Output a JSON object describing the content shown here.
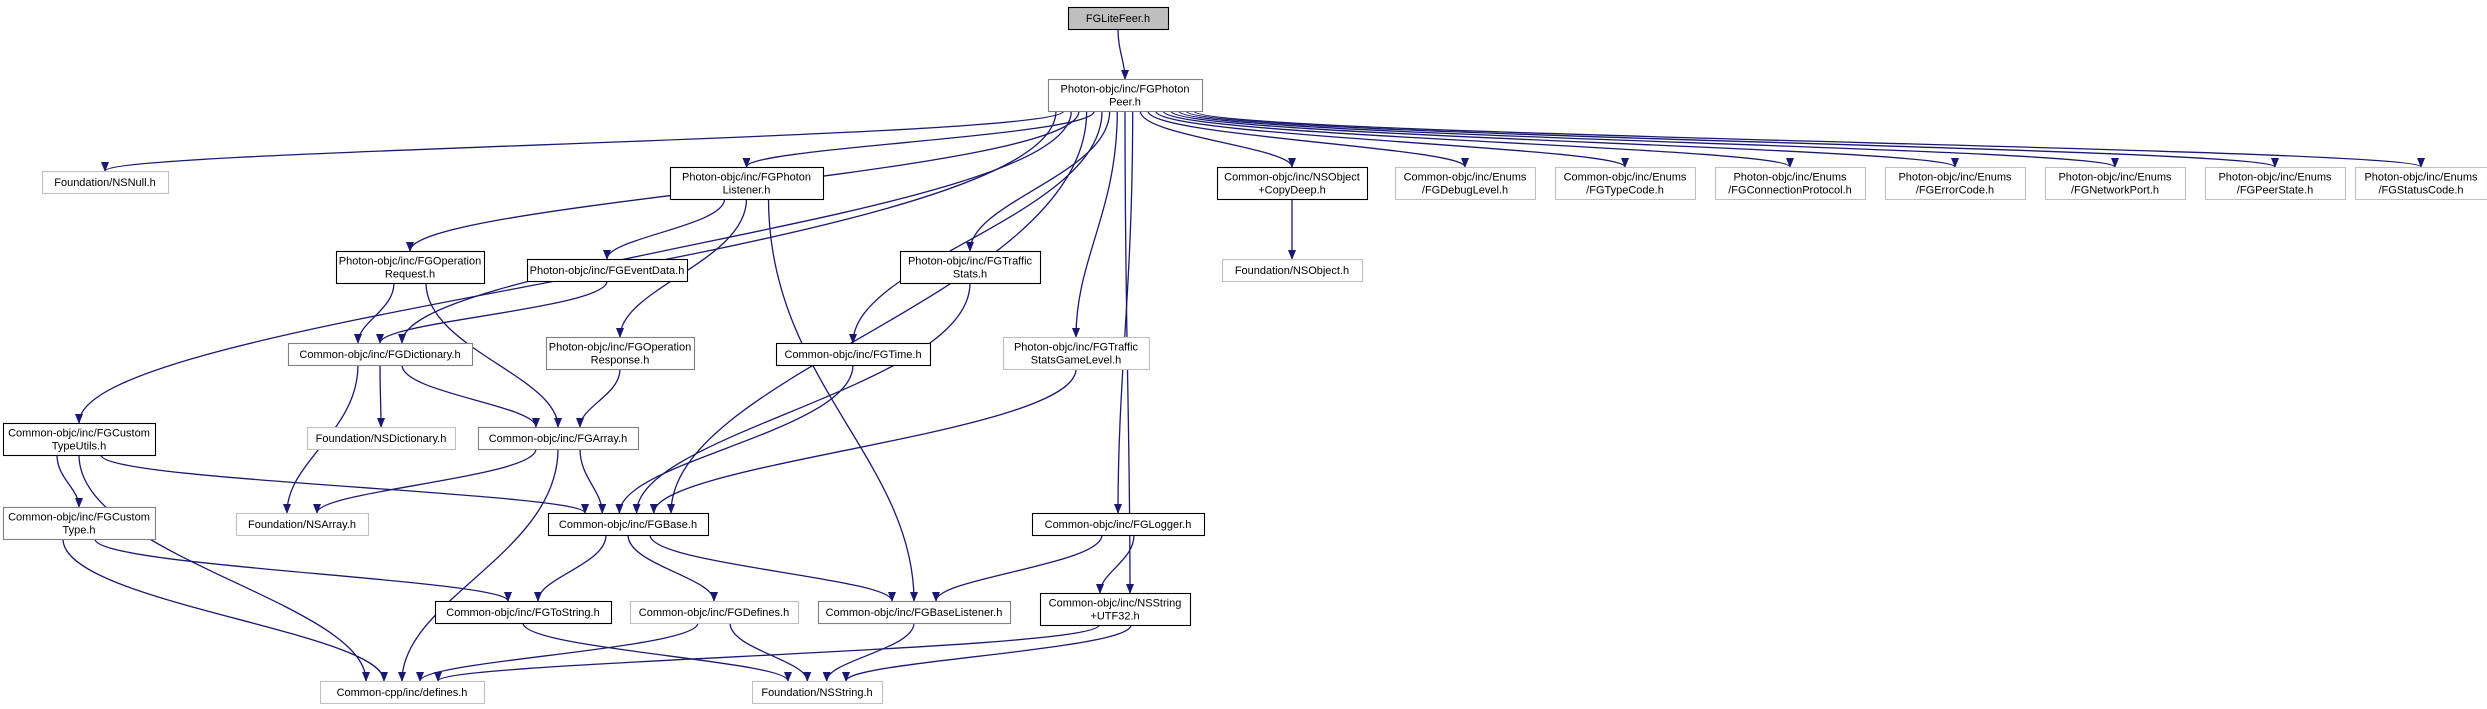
{
  "diagram": {
    "nodes": [
      {
        "id": "root",
        "lines": [
          "FGLiteFeer.h"
        ],
        "style": "root"
      },
      {
        "id": "peer",
        "lines": [
          "Photon-objc/inc/FGPhoton",
          "Peer.h"
        ],
        "style": "normal"
      },
      {
        "id": "nsnull",
        "lines": [
          "Foundation/NSNull.h"
        ],
        "style": "light"
      },
      {
        "id": "custom_utils",
        "lines": [
          "Common-objc/inc/FGCustom",
          "TypeUtils.h"
        ],
        "style": "bold"
      },
      {
        "id": "op_request",
        "lines": [
          "Photon-objc/inc/FGOperation",
          "Request.h"
        ],
        "style": "bold"
      },
      {
        "id": "listener",
        "lines": [
          "Photon-objc/inc/FGPhoton",
          "Listener.h"
        ],
        "style": "bold"
      },
      {
        "id": "event_data",
        "lines": [
          "Photon-objc/inc/FGEventData.h"
        ],
        "style": "bold"
      },
      {
        "id": "dictionary",
        "lines": [
          "Common-objc/inc/FGDictionary.h"
        ],
        "style": "normal"
      },
      {
        "id": "op_response",
        "lines": [
          "Photon-objc/inc/FGOperation",
          "Response.h"
        ],
        "style": "normal"
      },
      {
        "id": "ns_dictionary",
        "lines": [
          "Foundation/NSDictionary.h"
        ],
        "style": "light"
      },
      {
        "id": "array",
        "lines": [
          "Common-objc/inc/FGArray.h"
        ],
        "style": "normal"
      },
      {
        "id": "time",
        "lines": [
          "Common-objc/inc/FGTime.h"
        ],
        "style": "bold"
      },
      {
        "id": "traffic_stats",
        "lines": [
          "Photon-objc/inc/FGTraffic",
          "Stats.h"
        ],
        "style": "bold"
      },
      {
        "id": "traffic_game",
        "lines": [
          "Photon-objc/inc/FGTraffic",
          "StatsGameLevel.h"
        ],
        "style": "light"
      },
      {
        "id": "copydeep",
        "lines": [
          "Common-objc/inc/NSObject",
          "+CopyDeep.h"
        ],
        "style": "bold"
      },
      {
        "id": "ns_object",
        "lines": [
          "Foundation/NSObject.h"
        ],
        "style": "light"
      },
      {
        "id": "debug_level",
        "lines": [
          "Common-objc/inc/Enums",
          "/FGDebugLevel.h"
        ],
        "style": "light"
      },
      {
        "id": "type_code",
        "lines": [
          "Common-objc/inc/Enums",
          "/FGTypeCode.h"
        ],
        "style": "light"
      },
      {
        "id": "conn_protocol",
        "lines": [
          "Photon-objc/inc/Enums",
          "/FGConnectionProtocol.h"
        ],
        "style": "light"
      },
      {
        "id": "error_code",
        "lines": [
          "Photon-objc/inc/Enums",
          "/FGErrorCode.h"
        ],
        "style": "light"
      },
      {
        "id": "network_port",
        "lines": [
          "Photon-objc/inc/Enums",
          "/FGNetworkPort.h"
        ],
        "style": "light"
      },
      {
        "id": "peer_state",
        "lines": [
          "Photon-objc/inc/Enums",
          "/FGPeerState.h"
        ],
        "style": "light"
      },
      {
        "id": "status_code",
        "lines": [
          "Photon-objc/inc/Enums",
          "/FGStatusCode.h"
        ],
        "style": "light"
      },
      {
        "id": "custom_type",
        "lines": [
          "Common-objc/inc/FGCustom",
          "Type.h"
        ],
        "style": "normal"
      },
      {
        "id": "ns_array",
        "lines": [
          "Foundation/NSArray.h"
        ],
        "style": "light"
      },
      {
        "id": "base",
        "lines": [
          "Common-objc/inc/FGBase.h"
        ],
        "style": "bold"
      },
      {
        "id": "logger",
        "lines": [
          "Common-objc/inc/FGLogger.h"
        ],
        "style": "bold"
      },
      {
        "id": "to_string",
        "lines": [
          "Common-objc/inc/FGToString.h"
        ],
        "style": "bold"
      },
      {
        "id": "defines",
        "lines": [
          "Common-objc/inc/FGDefines.h"
        ],
        "style": "light"
      },
      {
        "id": "base_listener",
        "lines": [
          "Common-objc/inc/FGBaseListener.h"
        ],
        "style": "normal"
      },
      {
        "id": "nsstring_utf32",
        "lines": [
          "Common-objc/inc/NSString",
          "+UTF32.h"
        ],
        "style": "bold"
      },
      {
        "id": "cpp_defines",
        "lines": [
          "Common-cpp/inc/defines.h"
        ],
        "style": "light"
      },
      {
        "id": "ns_string",
        "lines": [
          "Foundation/NSString.h"
        ],
        "style": "light"
      }
    ],
    "edges": [
      [
        "root",
        "peer"
      ],
      [
        "peer",
        "nsnull"
      ],
      [
        "peer",
        "custom_utils"
      ],
      [
        "peer",
        "base"
      ],
      [
        "peer",
        "dictionary"
      ],
      [
        "peer",
        "op_request"
      ],
      [
        "peer",
        "listener"
      ],
      [
        "peer",
        "time"
      ],
      [
        "peer",
        "traffic_stats"
      ],
      [
        "peer",
        "traffic_game"
      ],
      [
        "peer",
        "logger"
      ],
      [
        "peer",
        "nsstring_utf32"
      ],
      [
        "peer",
        "copydeep"
      ],
      [
        "peer",
        "debug_level"
      ],
      [
        "peer",
        "type_code"
      ],
      [
        "peer",
        "conn_protocol"
      ],
      [
        "peer",
        "error_code"
      ],
      [
        "peer",
        "network_port"
      ],
      [
        "peer",
        "peer_state"
      ],
      [
        "peer",
        "status_code"
      ],
      [
        "custom_utils",
        "custom_type"
      ],
      [
        "custom_utils",
        "base"
      ],
      [
        "custom_utils",
        "cpp_defines"
      ],
      [
        "custom_type",
        "to_string"
      ],
      [
        "custom_type",
        "cpp_defines"
      ],
      [
        "op_request",
        "dictionary"
      ],
      [
        "op_request",
        "array"
      ],
      [
        "listener",
        "event_data"
      ],
      [
        "listener",
        "op_response"
      ],
      [
        "listener",
        "base_listener"
      ],
      [
        "event_data",
        "dictionary"
      ],
      [
        "dictionary",
        "ns_array"
      ],
      [
        "dictionary",
        "ns_dictionary"
      ],
      [
        "dictionary",
        "array"
      ],
      [
        "op_response",
        "array"
      ],
      [
        "array",
        "ns_array"
      ],
      [
        "array",
        "base"
      ],
      [
        "array",
        "cpp_defines"
      ],
      [
        "time",
        "base"
      ],
      [
        "traffic_stats",
        "base"
      ],
      [
        "traffic_game",
        "base"
      ],
      [
        "copydeep",
        "ns_object"
      ],
      [
        "base",
        "to_string"
      ],
      [
        "base",
        "defines"
      ],
      [
        "base",
        "base_listener"
      ],
      [
        "to_string",
        "ns_string"
      ],
      [
        "defines",
        "cpp_defines"
      ],
      [
        "defines",
        "ns_string"
      ],
      [
        "base_listener",
        "ns_string"
      ],
      [
        "logger",
        "base_listener"
      ],
      [
        "logger",
        "nsstring_utf32"
      ],
      [
        "nsstring_utf32",
        "cpp_defines"
      ],
      [
        "nsstring_utf32",
        "ns_string"
      ]
    ],
    "colors": {
      "edge": "#191970",
      "root_fill": "#bfbfbf",
      "bold_border": "#000000",
      "normal_border": "#808080",
      "light_border": "#c0c0c0"
    }
  }
}
